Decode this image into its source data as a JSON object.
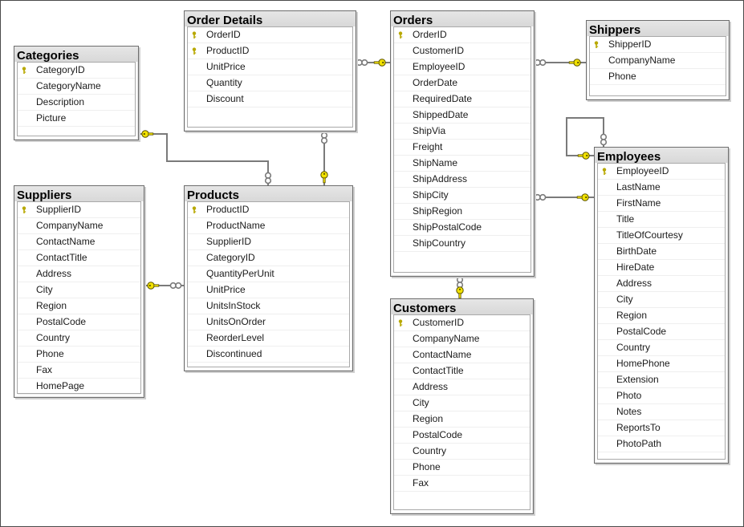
{
  "tables": [
    {
      "title": "Categories",
      "pk": [
        0
      ],
      "columns": [
        "CategoryID",
        "CategoryName",
        "Description",
        "Picture"
      ]
    },
    {
      "title": "Order Details",
      "pk": [
        0,
        1
      ],
      "columns": [
        "OrderID",
        "ProductID",
        "UnitPrice",
        "Quantity",
        "Discount"
      ]
    },
    {
      "title": "Orders",
      "pk": [
        0
      ],
      "columns": [
        "OrderID",
        "CustomerID",
        "EmployeeID",
        "OrderDate",
        "RequiredDate",
        "ShippedDate",
        "ShipVia",
        "Freight",
        "ShipName",
        "ShipAddress",
        "ShipCity",
        "ShipRegion",
        "ShipPostalCode",
        "ShipCountry"
      ]
    },
    {
      "title": "Shippers",
      "pk": [
        0
      ],
      "columns": [
        "ShipperID",
        "CompanyName",
        "Phone"
      ]
    },
    {
      "title": "Suppliers",
      "pk": [
        0
      ],
      "columns": [
        "SupplierID",
        "CompanyName",
        "ContactName",
        "ContactTitle",
        "Address",
        "City",
        "Region",
        "PostalCode",
        "Country",
        "Phone",
        "Fax",
        "HomePage"
      ]
    },
    {
      "title": "Products",
      "pk": [
        0
      ],
      "columns": [
        "ProductID",
        "ProductName",
        "SupplierID",
        "CategoryID",
        "QuantityPerUnit",
        "UnitPrice",
        "UnitsInStock",
        "UnitsOnOrder",
        "ReorderLevel",
        "Discontinued"
      ]
    },
    {
      "title": "Employees",
      "pk": [
        0
      ],
      "columns": [
        "EmployeeID",
        "LastName",
        "FirstName",
        "Title",
        "TitleOfCourtesy",
        "BirthDate",
        "HireDate",
        "Address",
        "City",
        "Region",
        "PostalCode",
        "Country",
        "HomePhone",
        "Extension",
        "Photo",
        "Notes",
        "ReportsTo",
        "PhotoPath"
      ]
    },
    {
      "title": "Customers",
      "pk": [
        0
      ],
      "columns": [
        "CustomerID",
        "CompanyName",
        "ContactName",
        "ContactTitle",
        "Address",
        "City",
        "Region",
        "PostalCode",
        "Country",
        "Phone",
        "Fax"
      ]
    }
  ],
  "colors": {
    "line": "#7a7a7a",
    "key_fill": "#f2e200",
    "key_stroke": "#5a5200",
    "pk_icon": "#b8a800"
  }
}
